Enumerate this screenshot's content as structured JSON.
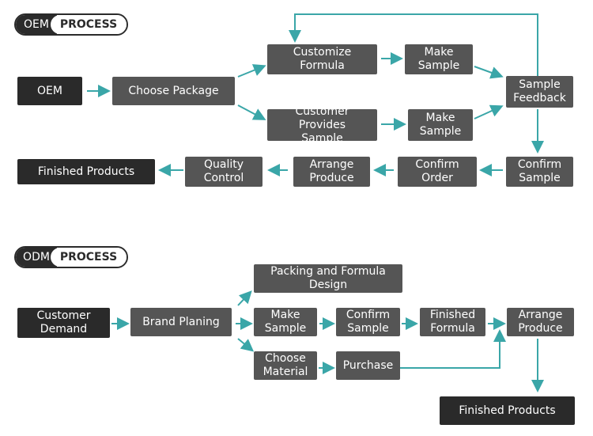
{
  "oem": {
    "badge": {
      "left": "OEM",
      "right": "PROCESS"
    },
    "nodes": {
      "oem": "OEM",
      "choose_package": "Choose Package",
      "customize_formula": "Customize\nFormula",
      "make_sample_1": "Make\nSample",
      "customer_provides_sample": "Customer Provides\nSample",
      "make_sample_2": "Make\nSample",
      "sample_feedback": "Sample\nFeedback",
      "confirm_sample": "Confirm\nSample",
      "confirm_order": "Confirm\nOrder",
      "arrange_produce": "Arrange\nProduce",
      "quality_control": "Quality\nControl",
      "finished_products": "Finished Products"
    }
  },
  "odm": {
    "badge": {
      "left": "ODM",
      "right": "PROCESS"
    },
    "nodes": {
      "customer_demand": "Customer\nDemand",
      "brand_planing": "Brand Planing",
      "packing_formula_design": "Packing and Formula\nDesign",
      "make_sample": "Make\nSample",
      "confirm_sample": "Confirm\nSample",
      "finished_formula": "Finished\nFormula",
      "arrange_produce": "Arrange\nProduce",
      "choose_material": "Choose\nMaterial",
      "purchase": "Purchase",
      "finished_products": "Finished Products"
    }
  },
  "colors": {
    "arrow": "#3aa6a8",
    "box": "#555555",
    "box_dark": "#2a2a2a"
  }
}
